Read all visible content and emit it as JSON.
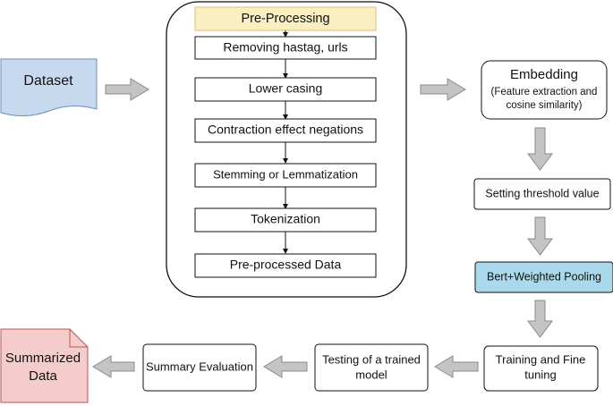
{
  "dataset": "Dataset",
  "preprocessing": {
    "header": "Pre-Processing",
    "steps": [
      "Removing hastag, urls",
      "Lower casing",
      "Contraction effect negations",
      "Stemming or Lemmatization",
      "Tokenization",
      "Pre-processed Data"
    ]
  },
  "embedding": {
    "title": "Embedding",
    "subtitle_line1": "(Feature extraction and",
    "subtitle_line2": "cosine similarity)"
  },
  "threshold": "Setting threshold value",
  "bert": "Bert+Weighted Pooling",
  "training": {
    "line1": "Training and Fine",
    "line2": "tuning"
  },
  "testing": {
    "line1": "Testing of a trained",
    "line2": "model"
  },
  "evaluation": "Summary Evaluation",
  "summarized": {
    "line1": "Summarized",
    "line2": "Data"
  },
  "colors": {
    "dataset_fill": "#c7d9ee",
    "dataset_stroke": "#6c8ebf",
    "header_fill": "#fbeec1",
    "bert_fill": "#a9d9ea",
    "summarized_fill": "#f4cccc",
    "summarized_stroke": "#b85450",
    "arrow_fill": "#c4c4c4",
    "arrow_stroke": "#8a8a8a"
  }
}
